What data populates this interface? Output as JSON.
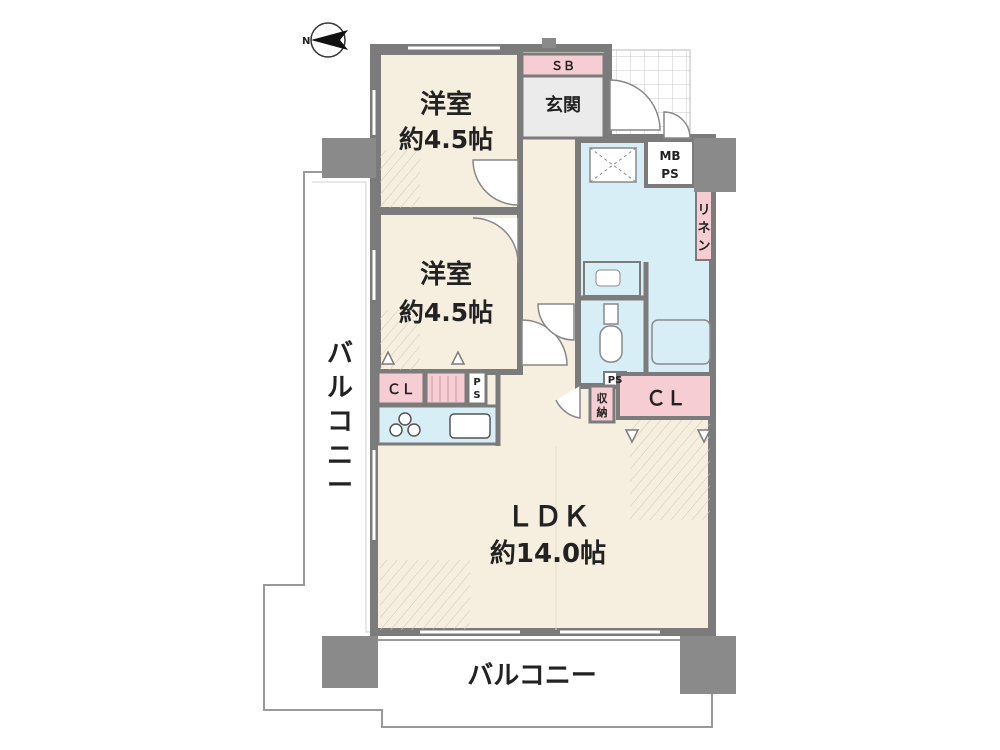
{
  "compass": {
    "north_letter": "N"
  },
  "rooms": {
    "bedroom1": {
      "name": "洋室",
      "size": "約4.5帖"
    },
    "bedroom2": {
      "name": "洋室",
      "size": "約4.5帖"
    },
    "ldk": {
      "name": "ＬＤＫ",
      "size": "約14.0帖"
    },
    "entrance": "玄関",
    "shoe_box": "ＳＢ",
    "mbps_line1": "MB",
    "mbps_line2": "PS",
    "linen": [
      "リ",
      "ネ",
      "ン"
    ],
    "closet_small": "ＣＬ",
    "closet_large": "ＣＬ",
    "ps_small": [
      "P",
      "S"
    ],
    "ps_toilet": "PS",
    "storage": [
      "収",
      "納"
    ]
  },
  "balcony": {
    "side": [
      "バ",
      "ル",
      "コ",
      "ニ",
      "ー"
    ],
    "bottom": "バルコニー"
  },
  "colors": {
    "wall": "#7b7b7b",
    "room_floor": "#f6efdf",
    "wet_area": "#d7eef6",
    "closet": "#f6cdd2",
    "service": "#ebebeb",
    "balcony": "#ffffff",
    "pillar": "#8a8a8a"
  }
}
